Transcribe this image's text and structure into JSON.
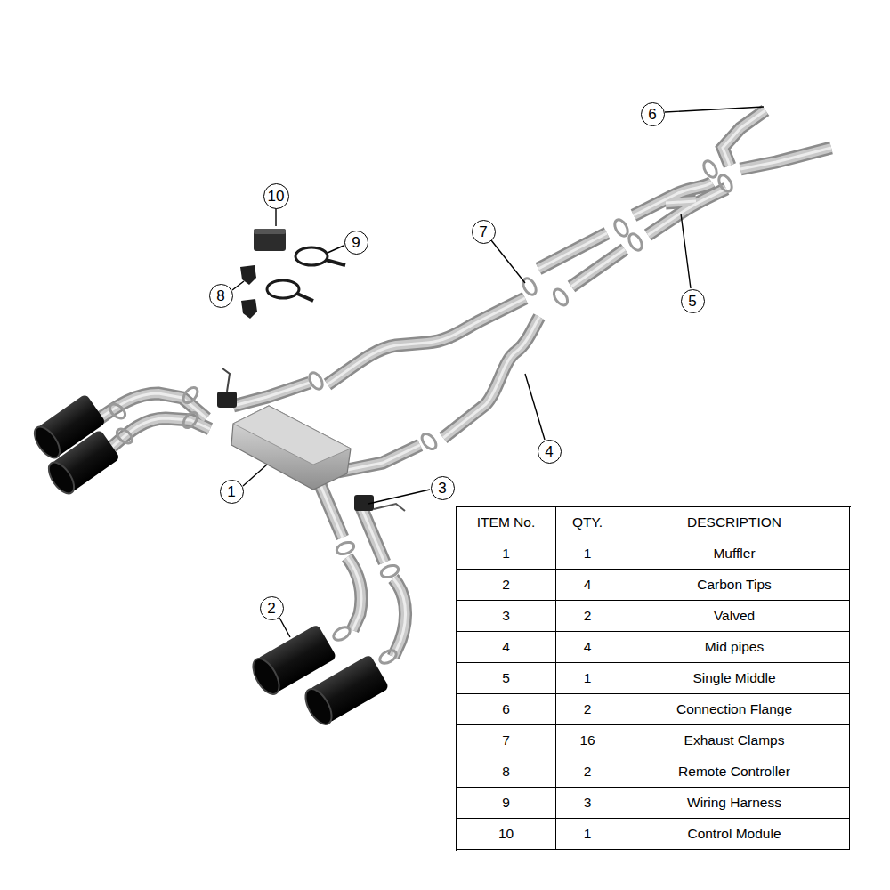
{
  "diagram": {
    "nodes": [
      {
        "text": [
          "6"
        ]
      },
      {
        "text": [
          "10"
        ]
      },
      {
        "text": [
          "7"
        ]
      },
      {
        "text": [
          "9"
        ]
      },
      {
        "text": [
          "8"
        ]
      },
      {
        "text": [
          "5"
        ]
      },
      {
        "text": [
          "4"
        ]
      },
      {
        "text": [
          "1"
        ]
      },
      {
        "text": [
          "3"
        ]
      },
      {
        "text": [
          "2"
        ]
      }
    ],
    "labels": [
      "ITEM No.",
      "QTY.",
      "DESCRIPTION",
      "1",
      "1",
      "Muffler",
      "2",
      "4",
      "Carbon Tips",
      "3",
      "2",
      "Valved",
      "4",
      "4",
      "Mid pipes",
      "5",
      "1",
      "Single Middle",
      "6",
      "2",
      "Connection Flange",
      "7",
      "16",
      "Exhaust Clamps",
      "8",
      "2",
      "Remote Controller",
      "9",
      "3",
      "Wiring Harness",
      "10",
      "1",
      "Control Module"
    ]
  }
}
